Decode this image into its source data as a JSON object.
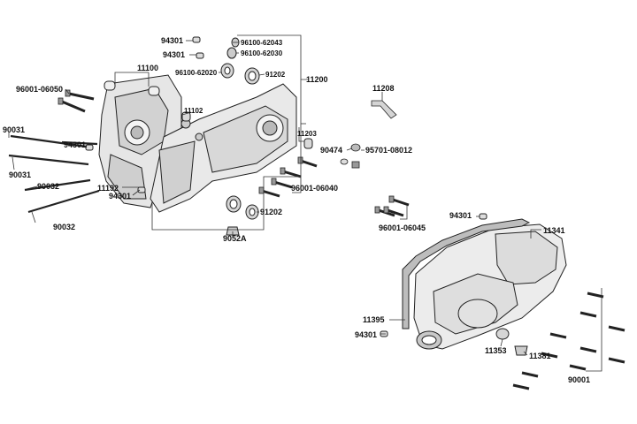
{
  "part_labels": {
    "p94301_a": "94301",
    "p94301_b": "94301",
    "p94301_c": "94301",
    "p94301_d": "94301",
    "p94301_e": "94301",
    "p96100_62043": "96100-62043",
    "p96100_62030": "96100-62030",
    "p96100_62020": "96100-62020",
    "p91202_a": "91202",
    "p91202_b": "91202",
    "p11100": "11100",
    "p11200": "11200",
    "p11208": "11208",
    "p96001_06050": "96001-06050",
    "p11102": "11102",
    "p11203": "11203",
    "p90031_a": "90031",
    "p90031_b": "90031",
    "p90032_a": "90032",
    "p90032_b": "90032",
    "p90474": "90474",
    "p95701_08012": "95701-08012",
    "p11192": "11192",
    "p96001_06040": "96001-06040",
    "p9052A": "9052A",
    "p96001_06045": "96001-06045",
    "p11341": "11341",
    "p11395": "11395",
    "p11353": "11353",
    "p11381": "11381",
    "p90001": "90001"
  },
  "colors": {
    "line": "#333333",
    "part_fill": "#e9e9e9",
    "part_shade": "#bdbdbd",
    "background": "#ffffff"
  }
}
